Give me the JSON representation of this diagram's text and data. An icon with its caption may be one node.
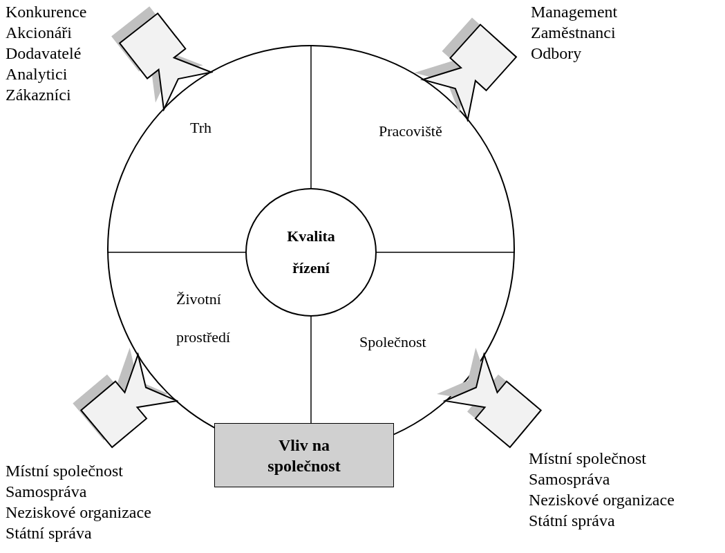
{
  "diagram": {
    "nodes": [
      {
        "text": [],
        "shape": "circle"
      },
      {
        "text": [
          "Kvalita řízení"
        ],
        "in": 0
      },
      {
        "text": [
          "Vliv na společnost"
        ]
      },
      {
        "text": [
          "Konkurence",
          "Akcionáři",
          "Dodavatelé",
          "Analytici",
          "Zákazníci"
        ]
      },
      {
        "text": [
          "Management",
          "Zaměstnanci",
          "Odbory"
        ]
      },
      {
        "text": [
          "Místní společnost",
          "Samospráva",
          "Neziskové organizace",
          "Státní správa"
        ]
      },
      {
        "text": [
          "Místní společnost",
          "Samospráva",
          "Neziskové organizace",
          "Státní správa"
        ]
      },
      {
        "text": [],
        "shape": "callout"
      },
      {
        "text": [],
        "shape": "callout"
      },
      {
        "text": [],
        "shape": "callout"
      },
      {
        "text": [],
        "shape": "callout"
      }
    ],
    "edges": [
      {
        "from": 1,
        "to": 2,
        "arrow": "none"
      }
    ],
    "labels": [
      "Trh",
      "Pracoviště",
      "Životní prostředí",
      "Společnost"
    ]
  }
}
